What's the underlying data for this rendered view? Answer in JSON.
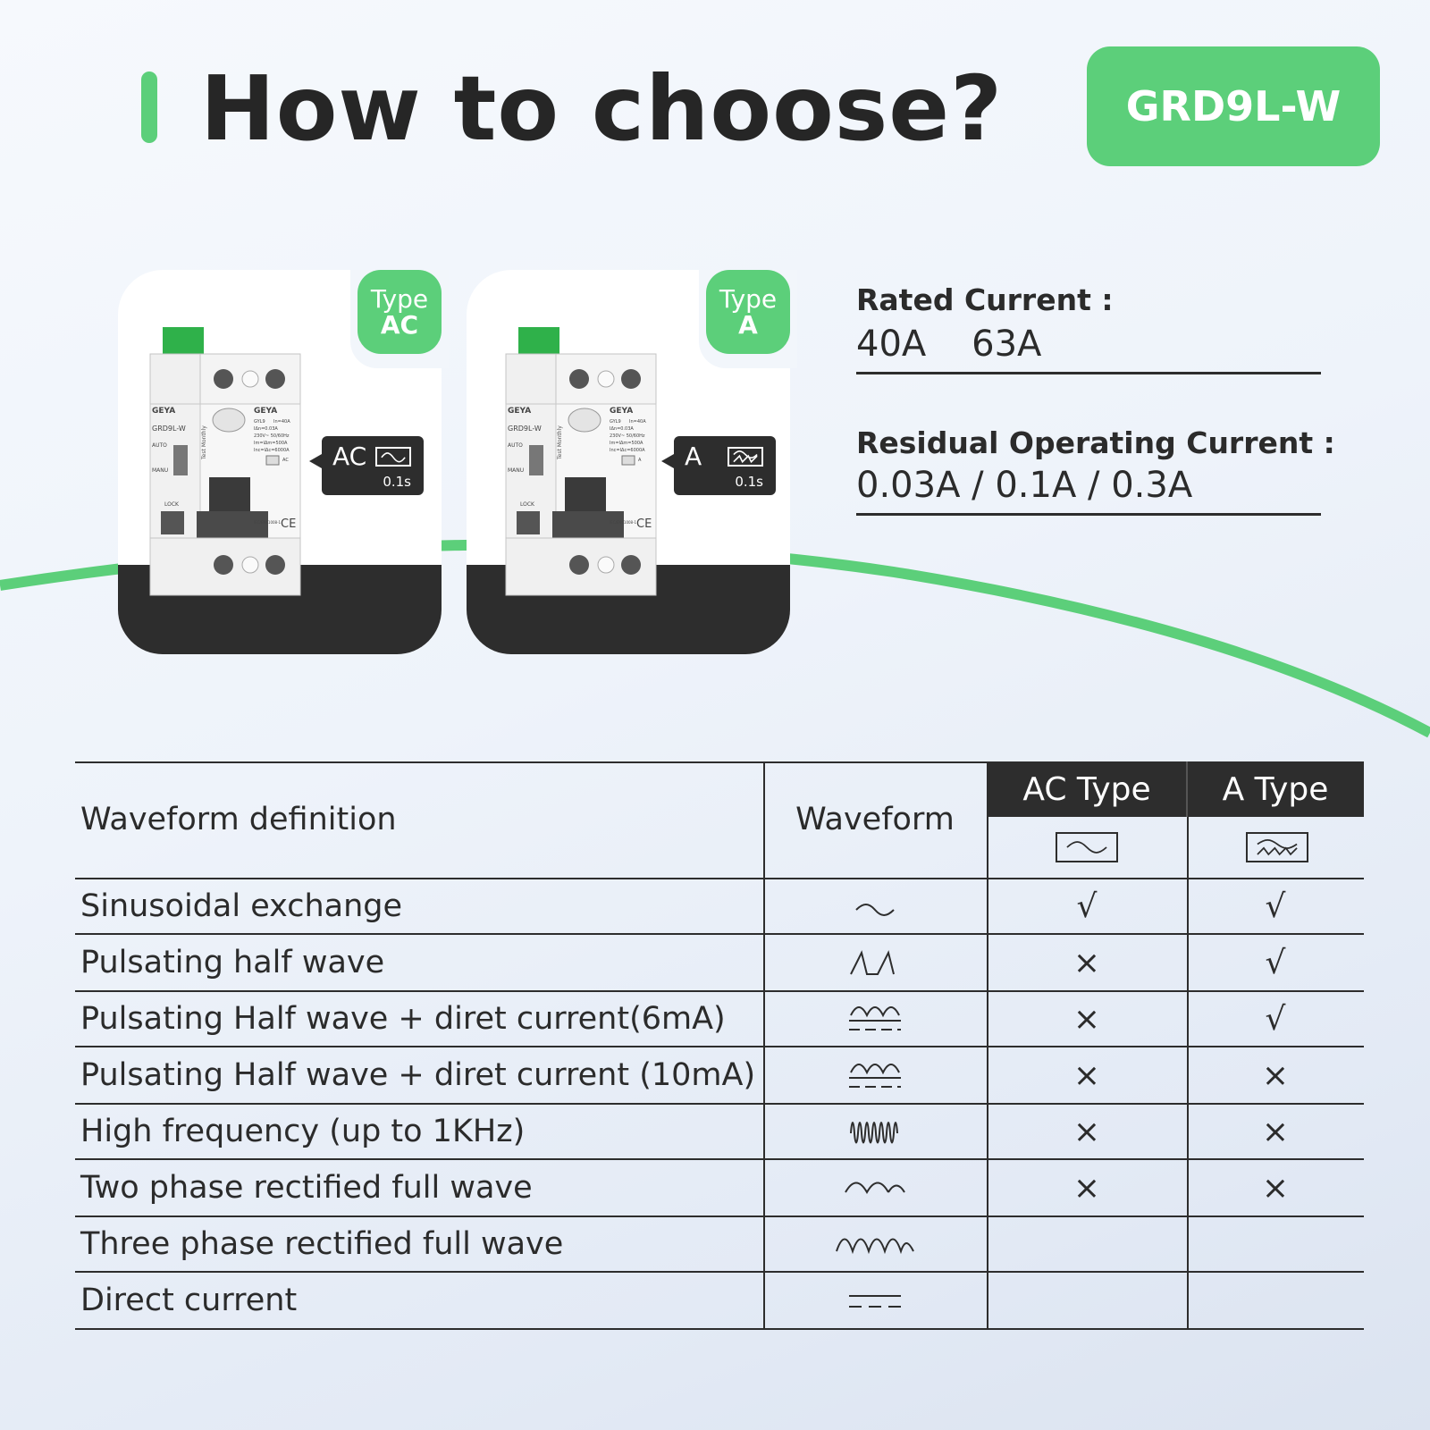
{
  "header": {
    "title": "How to choose?",
    "model": "GRD9L-W"
  },
  "colors": {
    "accent": "#5ccf7a",
    "dark": "#2d2d2d",
    "background": "#eef3fa"
  },
  "products": [
    {
      "tag_line1": "Type",
      "tag_line2": "AC",
      "callout_label": "AC",
      "callout_time": "0.1s",
      "callout_icon": "sine-wave-icon",
      "device": {
        "brand": "GEYA",
        "model": "GRD9L-W",
        "series": "GYL9",
        "rating": "In=40A",
        "residual": "IΔn=0.03A",
        "voltage": "230V~ 50/60Hz",
        "im": "Im=IΔm=500A",
        "inc": "Inc=IΔc=6000A",
        "auto": "AUTO",
        "manu": "MANU",
        "lock": "LOCK",
        "test": "Test Monthly",
        "standard": "IEC/EN61008-1",
        "ce": "CE",
        "mark": "AC"
      }
    },
    {
      "tag_line1": "Type",
      "tag_line2": "A",
      "callout_label": "A",
      "callout_time": "0.1s",
      "callout_icon": "pulsating-wave-icon",
      "device": {
        "brand": "GEYA",
        "model": "GRD9L-W",
        "series": "GYL9",
        "rating": "In=40A",
        "residual": "IΔn=0.03A",
        "voltage": "230V~ 50/60Hz",
        "im": "Im=IΔm=500A",
        "inc": "Inc=IΔc=6000A",
        "auto": "AUTO",
        "manu": "MANU",
        "lock": "LOCK",
        "test": "Test Monthly",
        "standard": "IEC/EN61008-1",
        "ce": "CE",
        "mark": "A"
      }
    }
  ],
  "specs": {
    "rated_current_label": "Rated Current :",
    "rated_current_values": "40A    63A",
    "residual_label": "Residual Operating Current :",
    "residual_values": "0.03A / 0.1A / 0.3A"
  },
  "table": {
    "headers": {
      "definition": "Waveform definition",
      "waveform": "Waveform",
      "ac_type": "AC Type",
      "a_type": "A Type",
      "ac_icon": "sine-wave-icon",
      "a_icon": "pulsating-wave-icon"
    },
    "rows": [
      {
        "definition": "Sinusoidal exchange",
        "waveform_icon": "sine-wave-icon",
        "ac": "√",
        "a": "√"
      },
      {
        "definition": "Pulsating half wave",
        "waveform_icon": "half-wave-icon",
        "ac": "×",
        "a": "√"
      },
      {
        "definition": "Pulsating Half wave + diret current(6mA)",
        "waveform_icon": "half-wave-dc-icon",
        "ac": "×",
        "a": "√"
      },
      {
        "definition": "Pulsating Half wave + diret current (10mA)",
        "waveform_icon": "half-wave-dc-icon",
        "ac": "×",
        "a": "×"
      },
      {
        "definition": "High frequency (up to 1KHz)",
        "waveform_icon": "high-frequency-icon",
        "ac": "×",
        "a": "×"
      },
      {
        "definition": "Two phase rectified full wave",
        "waveform_icon": "two-phase-wave-icon",
        "ac": "×",
        "a": "×"
      },
      {
        "definition": "Three phase rectified full wave",
        "waveform_icon": "three-phase-wave-icon",
        "ac": "",
        "a": ""
      },
      {
        "definition": "Direct current",
        "waveform_icon": "direct-current-icon",
        "ac": "",
        "a": ""
      }
    ]
  }
}
